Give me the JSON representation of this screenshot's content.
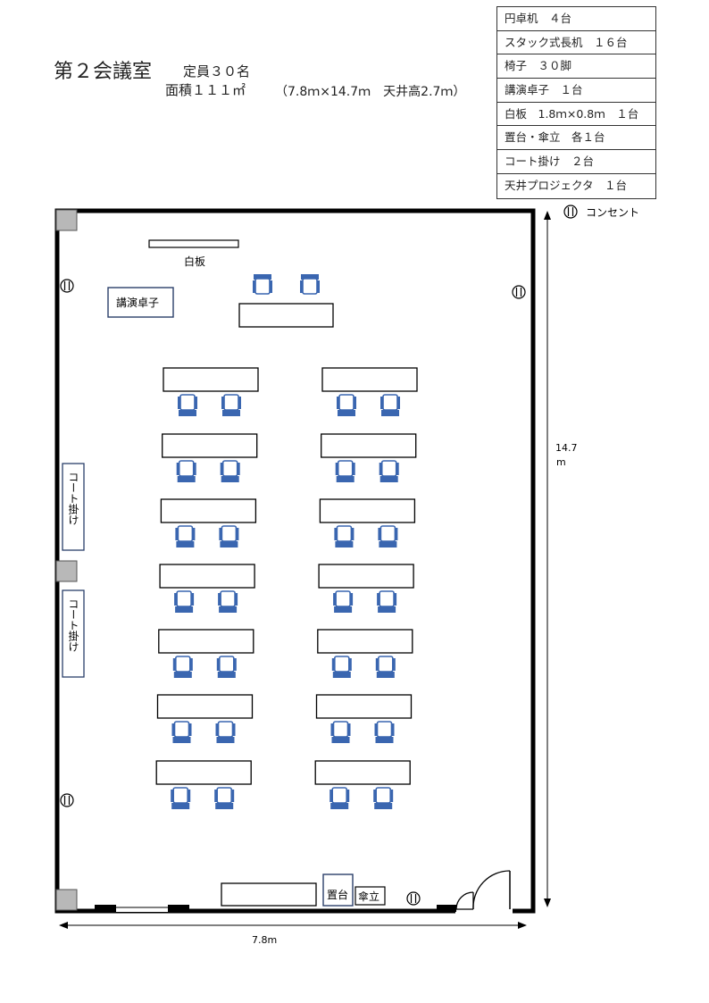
{
  "header": {
    "title": "第２会議室",
    "capacity": "定員３０名",
    "area": "面積１１１㎡",
    "dimensions": "（7.8ｍ×14.7ｍ　天井高2.7ｍ）"
  },
  "equipment": [
    "円卓机　４台",
    "スタック式長机　１６台",
    "椅子　３０脚",
    "講演卓子　１台",
    "白板　1.8ｍ×0.8ｍ　１台",
    "置台・傘立　各１台",
    "コート掛け　２台",
    "天井プロジェクタ　１台"
  ],
  "legend": {
    "outlet_label": "コンセント"
  },
  "labels": {
    "whiteboard": "白板",
    "lectern": "講演卓子",
    "coat_rack_1": "コート掛け",
    "coat_rack_2": "コート掛け",
    "stand": "置台",
    "umbrella": "傘立",
    "width": "7.8m",
    "height": "14.7",
    "height_unit": "m"
  },
  "colors": {
    "chair": "#3a66b0",
    "wall": "#000000",
    "pillar": "#b8b8b8"
  }
}
